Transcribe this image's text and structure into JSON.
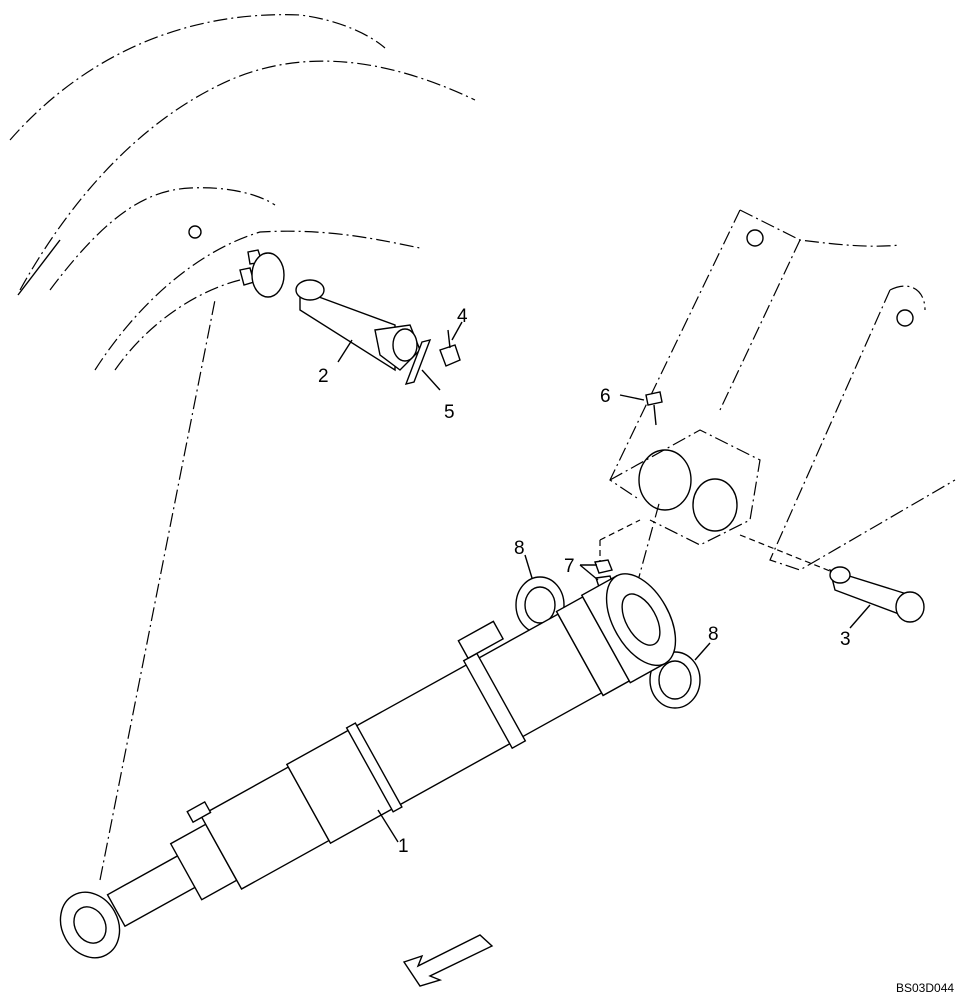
{
  "diagram": {
    "callouts": [
      {
        "id": "1",
        "label": "1"
      },
      {
        "id": "2",
        "label": "2"
      },
      {
        "id": "3",
        "label": "3"
      },
      {
        "id": "4",
        "label": "4"
      },
      {
        "id": "5",
        "label": "5"
      },
      {
        "id": "6",
        "label": "6"
      },
      {
        "id": "7",
        "label": "7"
      },
      {
        "id": "8a",
        "label": "8"
      },
      {
        "id": "8b",
        "label": "8"
      }
    ],
    "drawing_code": "BS03D044",
    "direction_arrow_icon": "arrow-front-icon"
  }
}
